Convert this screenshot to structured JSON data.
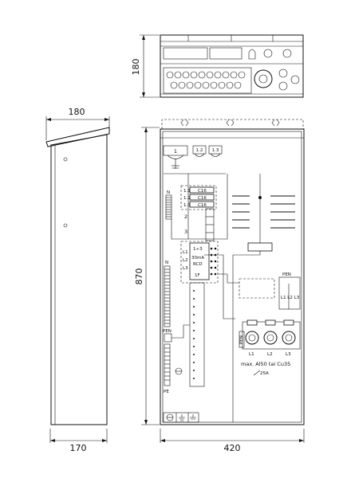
{
  "dimensions": {
    "top_depth": "180",
    "side_depth": "180",
    "height": "870",
    "bottom_depth": "170",
    "width": "420"
  },
  "breakers": {
    "main_1": "1",
    "main_2": "1.2",
    "main_3": "1.3",
    "c16_a": "C16",
    "c16_b": "C16",
    "c16_c": "C16",
    "pos_1a": "1.1",
    "pos_1b": "1.2",
    "pos_1c": "1.3",
    "row_2": "2",
    "row_3": "3",
    "rcd_range": "1÷3",
    "rcd_current": "30mA",
    "rcd_label": "RCD",
    "rcd_num": "1F",
    "side_l1": "L1",
    "side_l2": "L2",
    "side_l3": "L3"
  },
  "terminals": {
    "n_upper": "N",
    "n_lower": "N",
    "pen_left": "PEN",
    "pe": "PE",
    "pen_right": "PEN",
    "l123": "L1 L2 L3",
    "pen_small": "PEN"
  },
  "meter": {
    "l1": "L1",
    "l2": "L2",
    "l3": "L3",
    "cable_spec": "max. Al50 tai Cu35",
    "fuse": "25A"
  }
}
